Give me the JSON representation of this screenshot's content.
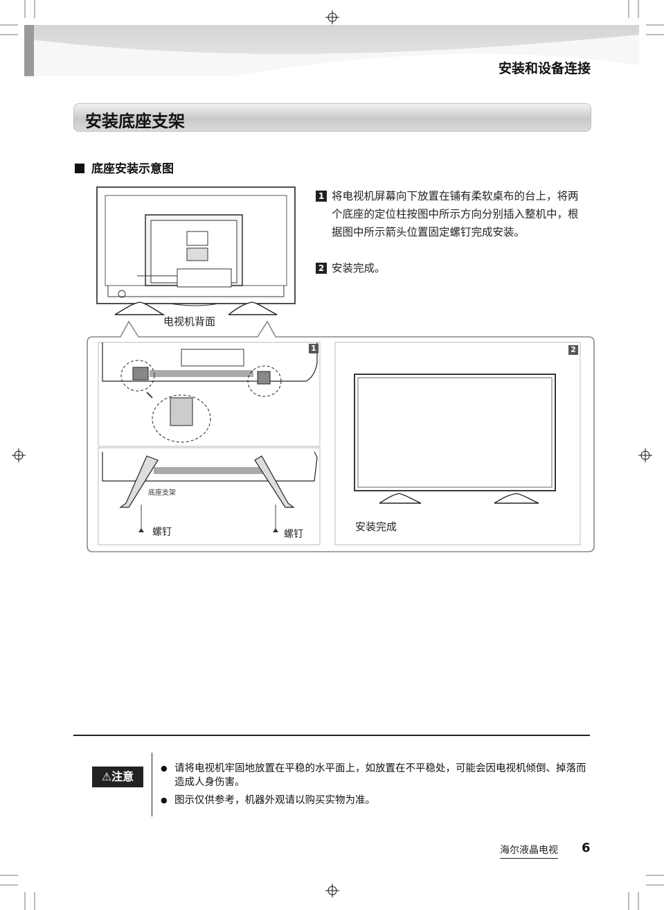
{
  "header": {
    "chapter_title": "安装和设备连接"
  },
  "section": {
    "title": "安装底座支架"
  },
  "subsection": {
    "title": "底座安装示意图"
  },
  "steps": [
    {
      "num": "1",
      "text": "将电视机屏幕向下放置在铺有柔软桌布的台上，将两个底座的定位柱按图中所示方向分别插入整机中，根据图中所示箭头位置固定螺钉完成安装。"
    },
    {
      "num": "2",
      "text": "安装完成。"
    }
  ],
  "figure": {
    "tv_back_label": "电视机背面",
    "panel1_num": "1",
    "panel2_num": "2",
    "stand_label": "底座支架",
    "screw_label_left": "螺钉",
    "screw_label_right": "螺钉",
    "complete_label": "安装完成"
  },
  "caution": {
    "badge": "注意",
    "items": [
      "请将电视机牢固地放置在平稳的水平面上，如放置在不平稳处，可能会因电视机倾倒、掉落而造成人身伤害。",
      "图示仅供参考，机器外观请以购买实物为准。"
    ]
  },
  "footer": {
    "brand": "海尔液晶电视",
    "page": "6"
  }
}
